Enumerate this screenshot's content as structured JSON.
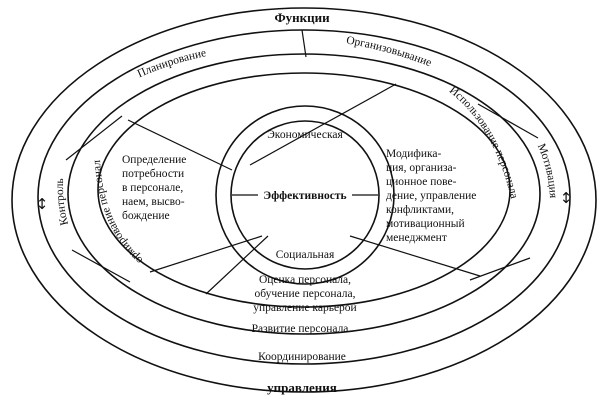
{
  "outer": {
    "top": "Функции",
    "bottom": "управления",
    "left": "Контроль",
    "right": "Мотивация",
    "arrow_glyph": "↕"
  },
  "second_ring": {
    "top_left": "Планирование",
    "top_right": "Организовывание",
    "bottom": "Координирование"
  },
  "third_ring": {
    "left": "Формирование персонала",
    "right": "Использование персонала",
    "bottom": "Развитие персонала"
  },
  "blocks": {
    "left": [
      "Определение",
      "потребности",
      "в персонале,",
      "наем, высво-",
      "бождение"
    ],
    "right": [
      "Модифика-",
      "ция, организа-",
      "ционное пове-",
      "дение, управление",
      "конфликтами,",
      "мотивационный",
      "менеджмент"
    ],
    "bottom": [
      "Оценка персонала,",
      "обучение персонала,",
      "управление карьерой"
    ]
  },
  "center": {
    "top": "Экономическая",
    "middle": "Эффективность",
    "bottom": "Социальная"
  }
}
